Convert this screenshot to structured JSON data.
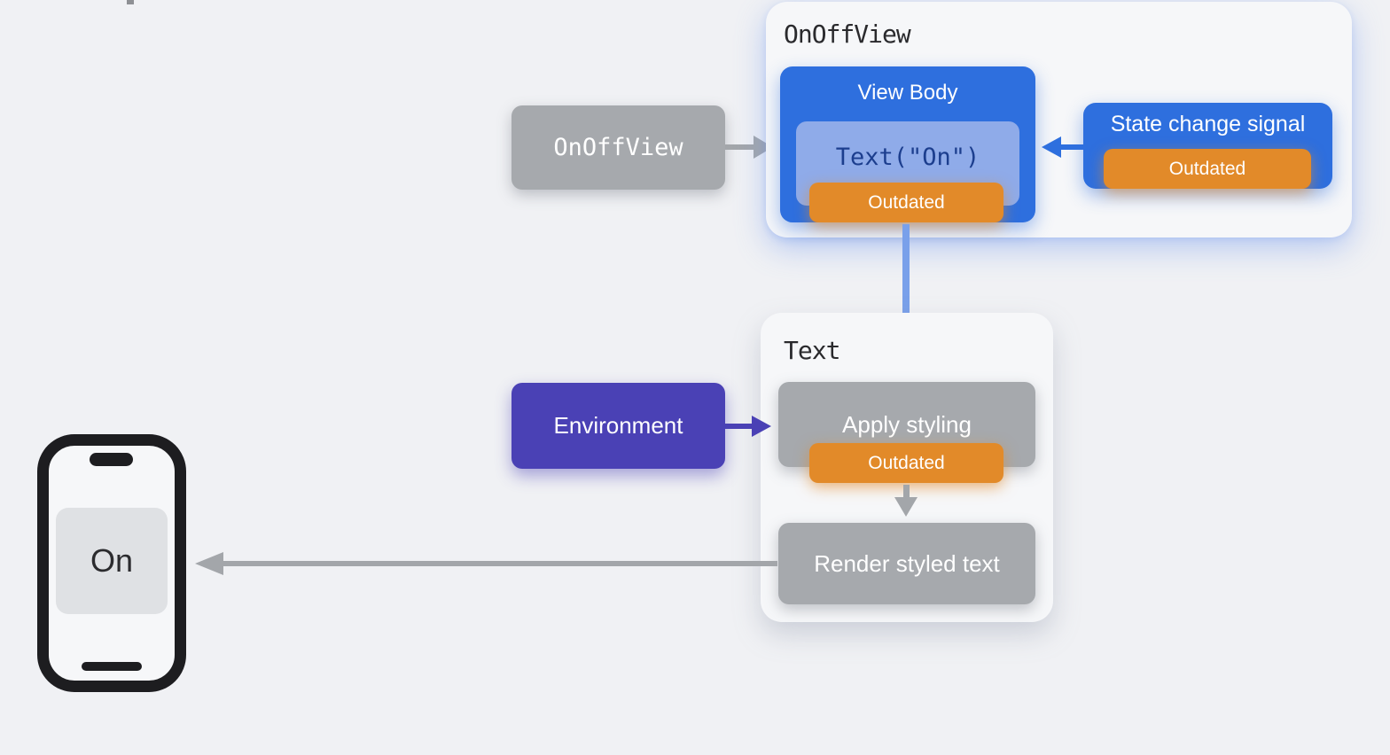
{
  "colors": {
    "page-bg": "#f0f1f4",
    "panel-bg": "#f6f7f9",
    "blue": "#2e6fde",
    "light-blue": "#8fabe9",
    "code-navy": "#1c3e8e",
    "orange": "#e28a29",
    "gray-box": "#a6a9ad",
    "indigo": "#4a41b5",
    "arrow-light-blue": "#79a0ea",
    "arrow-gray": "#a3a6aa",
    "title-text": "#2a2a2d",
    "phone-frame": "#1d1d20",
    "phone-screen": "#dfe1e4"
  },
  "top_panel": {
    "title": "OnOffView",
    "view_body": {
      "title": "View Body",
      "code": "Text(\"On\")",
      "badge": "Outdated"
    },
    "state_signal": {
      "label": "State change signal",
      "badge": "Outdated"
    }
  },
  "view_instance_box": {
    "label": "OnOffView"
  },
  "text_panel": {
    "title": "Text",
    "apply_styling": {
      "label": "Apply styling",
      "badge": "Outdated"
    },
    "render_box": {
      "label": "Render styled text"
    }
  },
  "environment_box": {
    "label": "Environment"
  },
  "phone": {
    "screen_text": "On"
  }
}
